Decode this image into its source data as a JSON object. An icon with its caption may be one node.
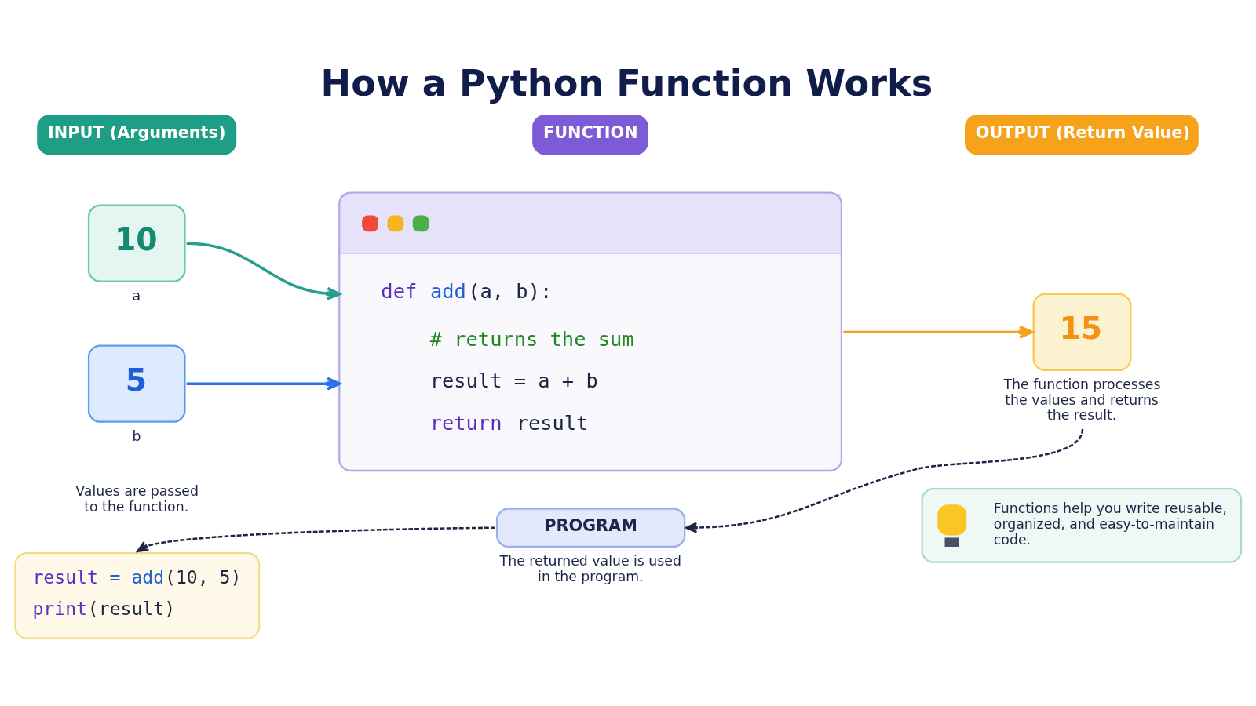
{
  "diagram": {
    "title": "How a Python Function Works",
    "nodes": [
      {
        "text": [
          "INPUT (Arguments)"
        ]
      },
      {
        "text": [
          "10"
        ],
        "beside": [
          "a"
        ]
      },
      {
        "text": [
          "5"
        ],
        "beside": [
          "b"
        ]
      },
      {
        "text": [
          "FUNCTION"
        ]
      },
      {
        "text": [
          "def add(a, b):",
          "# returns the sum",
          "result = a + b",
          "return result"
        ]
      },
      {
        "text": [
          "OUTPUT (Return Value)"
        ]
      },
      {
        "text": [
          "15"
        ],
        "beside": [
          "The function processes the values and returns the result."
        ]
      },
      {
        "text": [
          "PROGRAM"
        ],
        "beside": [
          "The returned value is used in the program."
        ]
      },
      {
        "text": [
          "result = add(10, 5)",
          "print(result)"
        ]
      },
      {
        "text": [
          "Functions help you write reusable, organized, and easy-to-maintain code."
        ]
      }
    ],
    "edges": [
      {
        "from": 1,
        "to": 4,
        "arrow": "to",
        "color": "#24a08a"
      },
      {
        "from": 2,
        "to": 4,
        "arrow": "to",
        "color": "#2a72e6"
      },
      {
        "from": 4,
        "to": 6,
        "arrow": "to",
        "color": "#f7a21b"
      },
      {
        "from": 6,
        "to": 7,
        "arrow": "to",
        "style": "dashed",
        "color": "#1c2546"
      },
      {
        "from": 7,
        "to": 8,
        "arrow": "to",
        "style": "dashed",
        "color": "#1c2546"
      }
    ],
    "labels": [
      "Values are passed to the function."
    ]
  }
}
